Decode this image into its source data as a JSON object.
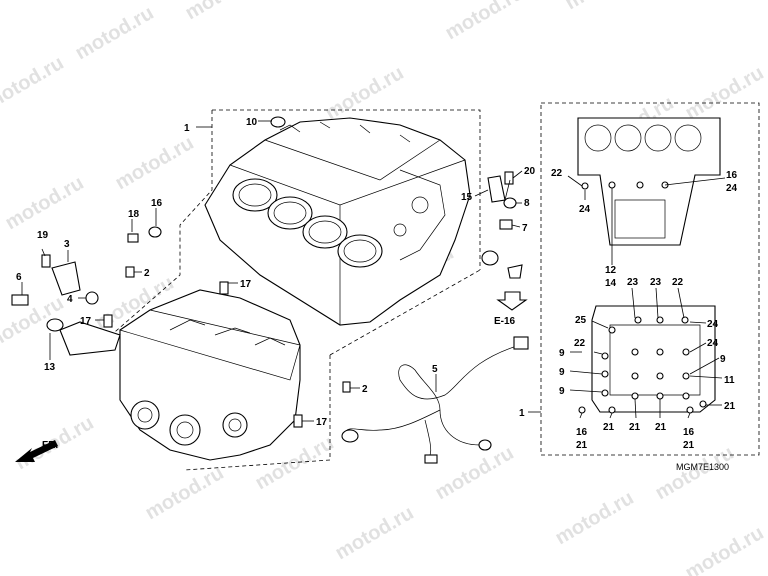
{
  "watermark": "motod.ru",
  "diagram_code": "MGM7E1300",
  "front_arrow_label": "FR.",
  "ref_label": "E-16",
  "callouts_main": {
    "c1": "1",
    "c2a": "2",
    "c2b": "2",
    "c3": "3",
    "c4": "4",
    "c5": "5",
    "c6": "6",
    "c7": "7",
    "c8": "8",
    "c10": "10",
    "c13": "13",
    "c15": "15",
    "c16": "16",
    "c17a": "17",
    "c17b": "17",
    "c17c": "17",
    "c18": "18",
    "c19": "19",
    "c20": "20"
  },
  "callouts_inset": {
    "c1": "1",
    "c22a": "22",
    "c24a": "24",
    "c16a": "16",
    "c24b": "24",
    "c12": "12",
    "c14": "14",
    "c23a": "23",
    "c23b": "23",
    "c22b": "22",
    "c25": "25",
    "c24c": "24",
    "c24d": "24",
    "c22c": "22",
    "c9a": "9",
    "c9b": "9",
    "c9c": "9",
    "c9d": "9",
    "c11": "11",
    "c21a": "21",
    "c16b": "16",
    "c21b": "21",
    "c21c": "21",
    "c21d": "21",
    "c16c": "16",
    "c21e": "21",
    "c21f": "21"
  }
}
